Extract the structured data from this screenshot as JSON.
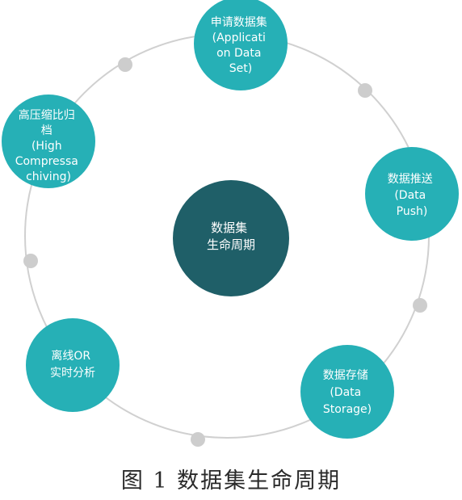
{
  "diagram": {
    "center": {
      "lines": [
        "数据集",
        "生命周期"
      ],
      "color": "#1f5f68"
    },
    "nodes": [
      {
        "id": "apply",
        "lines": [
          "申请数据集",
          "(Applicati",
          "on Data",
          "Set)"
        ]
      },
      {
        "id": "push",
        "lines": [
          "数据推送",
          "(Data",
          "Push)"
        ]
      },
      {
        "id": "storage",
        "lines": [
          "数据存储",
          "(Data",
          "Storage)"
        ]
      },
      {
        "id": "offline",
        "lines": [
          "离线OR",
          "实时分析"
        ]
      },
      {
        "id": "archive",
        "lines": [
          "高压缩比归",
          "档",
          "(High",
          "Compressa",
          "chiving)"
        ]
      }
    ],
    "node_color": "#26b0b6",
    "ring_color": "#d0d0d0",
    "connector_dot_color": "#cdcdcd"
  },
  "caption": "图 1 数据集生命周期"
}
